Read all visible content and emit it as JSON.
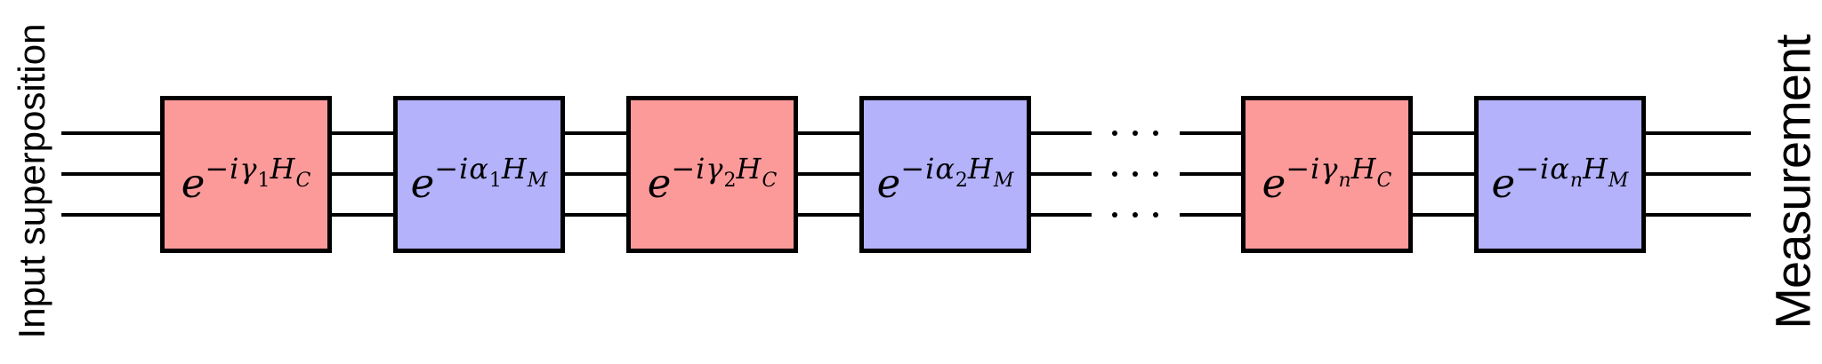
{
  "diagram": {
    "left_label": "Input superposition",
    "right_label": "Measurement",
    "ellipsis_symbol": "···",
    "num_qubit_wires": 3
  },
  "colors": {
    "background": "#ffffff",
    "stroke": "#000000",
    "cost_gate_fill": "#fc9a9a",
    "mixer_gate_fill": "#b3b2fa"
  },
  "gates": [
    {
      "type": "cost",
      "base": "e",
      "sup_lead": "−iγ",
      "param_sub": "1",
      "ham": "H",
      "ham_sub": "C"
    },
    {
      "type": "mixer",
      "base": "e",
      "sup_lead": "−iα",
      "param_sub": "1",
      "ham": "H",
      "ham_sub": "M"
    },
    {
      "type": "cost",
      "base": "e",
      "sup_lead": "−iγ",
      "param_sub": "2",
      "ham": "H",
      "ham_sub": "C"
    },
    {
      "type": "mixer",
      "base": "e",
      "sup_lead": "−iα",
      "param_sub": "2",
      "ham": "H",
      "ham_sub": "M"
    },
    {
      "type": "cost",
      "base": "e",
      "sup_lead": "−iγ",
      "param_sub": "n",
      "ham": "H",
      "ham_sub": "C"
    },
    {
      "type": "mixer",
      "base": "e",
      "sup_lead": "−iα",
      "param_sub": "n",
      "ham": "H",
      "ham_sub": "M"
    }
  ]
}
